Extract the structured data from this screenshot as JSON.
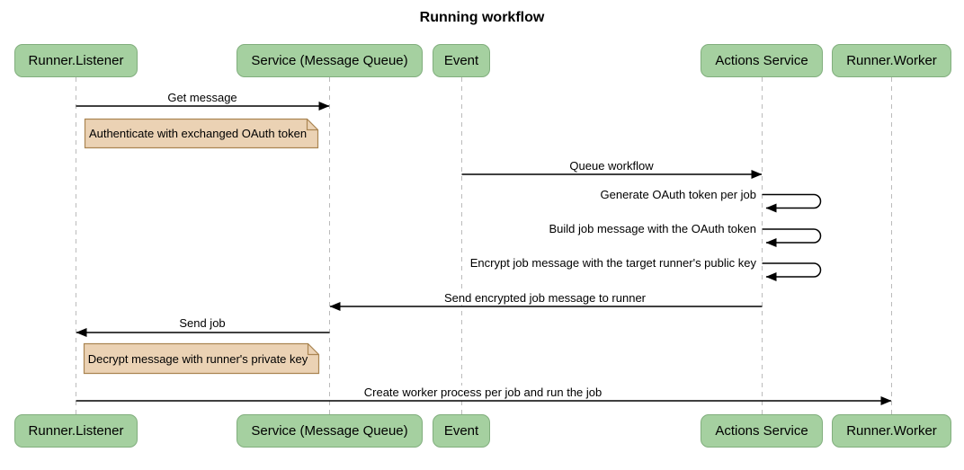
{
  "title": "Running workflow",
  "participants": [
    {
      "name": "Runner.Listener"
    },
    {
      "name": "Service (Message Queue)"
    },
    {
      "name": "Event"
    },
    {
      "name": "Actions Service"
    },
    {
      "name": "Runner.Worker"
    }
  ],
  "messages": [
    {
      "label": "Get message",
      "from": "Runner.Listener",
      "to": "Service (Message Queue)",
      "type": "solid-arrow"
    },
    {
      "label": "Queue workflow",
      "from": "Event",
      "to": "Actions Service",
      "type": "solid-arrow"
    },
    {
      "label": "Generate OAuth token per job",
      "from": "Actions Service",
      "to": "Actions Service",
      "type": "self-loop"
    },
    {
      "label": "Build job message with the OAuth token",
      "from": "Actions Service",
      "to": "Actions Service",
      "type": "self-loop"
    },
    {
      "label": "Encrypt job message with the target runner's public key",
      "from": "Actions Service",
      "to": "Actions Service",
      "type": "self-loop"
    },
    {
      "label": "Send encrypted job message to runner",
      "from": "Actions Service",
      "to": "Service (Message Queue)",
      "type": "solid-arrow"
    },
    {
      "label": "Send job",
      "from": "Service (Message Queue)",
      "to": "Runner.Listener",
      "type": "solid-arrow"
    },
    {
      "label": "Create worker process per job and run the job",
      "from": "Runner.Listener",
      "to": "Runner.Worker",
      "type": "solid-arrow"
    }
  ],
  "notes": [
    {
      "text": "Authenticate with exchanged OAuth token",
      "position": "right of Runner.Listener"
    },
    {
      "text": "Decrypt message with runner's private key",
      "position": "right of Runner.Listener"
    }
  ],
  "colors": {
    "actor_fill": "#A5D0A0",
    "actor_border": "#81AE7D",
    "note_fill": "#EBD2B4",
    "note_border": "#AA8552",
    "lifeline": "#BBBBBB",
    "message_line": "#000000",
    "background": "#FFFFFF"
  }
}
